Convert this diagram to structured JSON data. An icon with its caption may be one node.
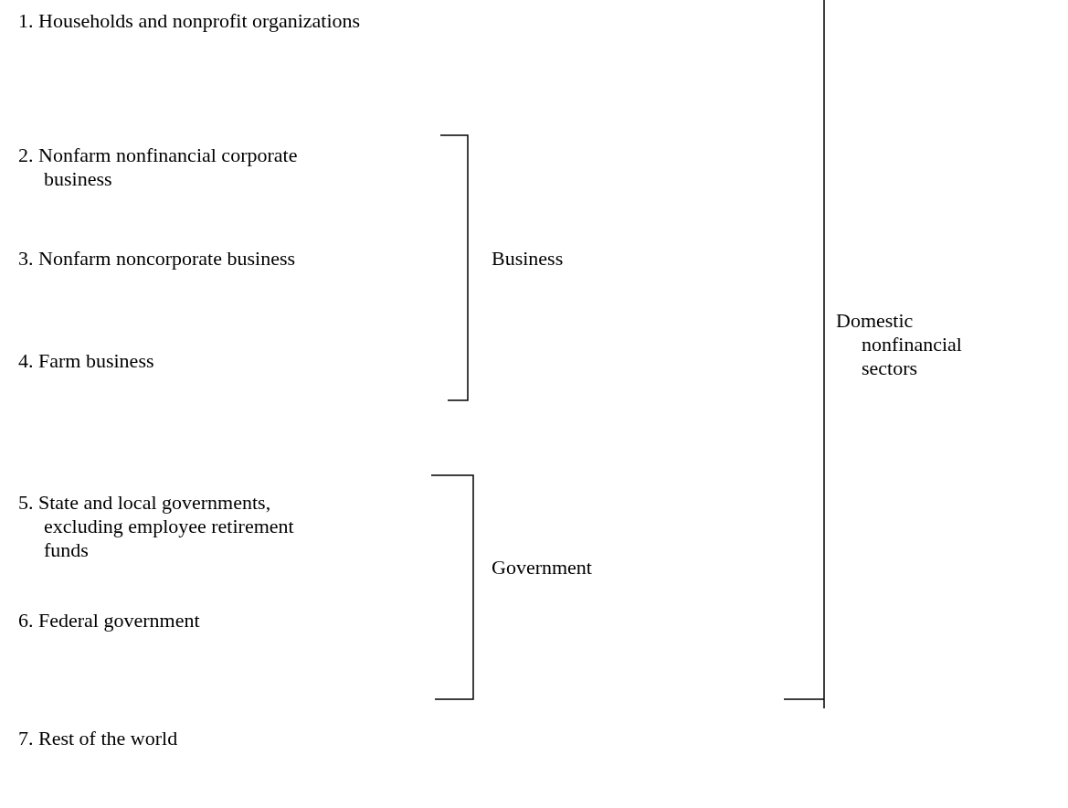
{
  "diagram": {
    "labels": [
      "1. Households and nonprofit organizations",
      "2. Nonfarm nonfinancial corporate business",
      "3. Nonfarm noncorporate business",
      "Business",
      "Domestic nonfinancial sectors",
      "4. Farm business",
      "5. State and local governments, excluding employee retirement funds",
      "Government",
      "6. Federal government",
      "7. Rest of the world"
    ]
  }
}
